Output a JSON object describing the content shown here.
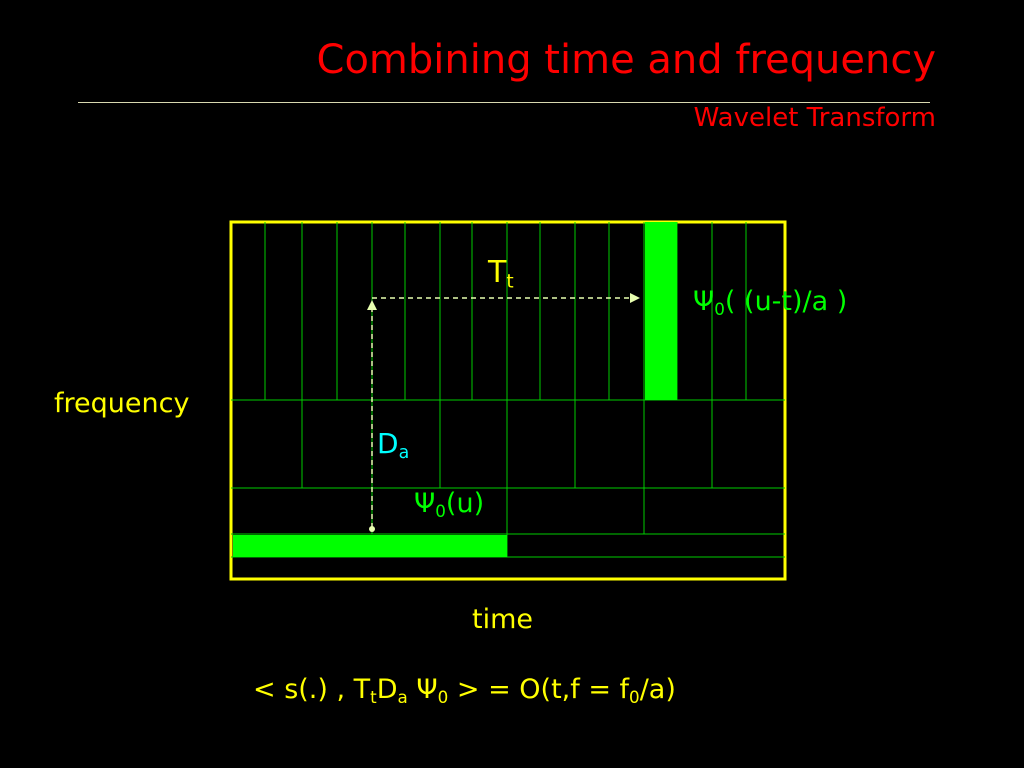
{
  "header": {
    "title": "Combining time and frequency",
    "subtitle": "Wavelet Transform"
  },
  "diagram": {
    "axis_labels": {
      "frequency": "frequency",
      "time": "time"
    },
    "translation_label": {
      "base": "T",
      "sub": "t"
    },
    "dilation_label": {
      "base": "D",
      "sub": "a"
    },
    "mother_wavelet_label": {
      "psi": "Ψ",
      "sub": "0",
      "arg": "(u)"
    },
    "scaled_wavelet_label": {
      "psi": "Ψ",
      "sub": "0",
      "arg": "( (u-t)/a )"
    },
    "colors": {
      "background": "#000000",
      "title": "#ff0000",
      "grid_border": "#ffff00",
      "grid_lines": "#00cc00",
      "highlight": "#00ff00",
      "arrows": "#e8ffb0",
      "dilation_text": "#00ffff"
    }
  },
  "formula": {
    "open": "< s(.) , T",
    "t_sub": "t",
    "d": "D",
    "a_sub": "a",
    "psi": " Ψ",
    "zero_sub": "0",
    "mid": " > = O(t,f = f",
    "f_sub": "0",
    "close": "/a)"
  }
}
